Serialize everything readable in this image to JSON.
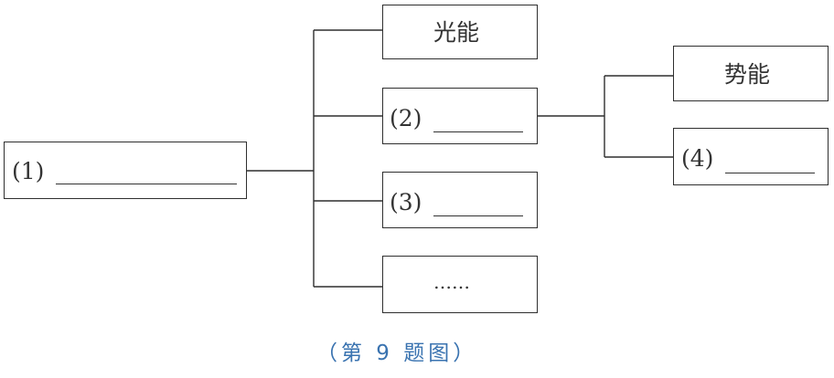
{
  "diagram": {
    "root_label": "(1)",
    "branch_1_label": "光能",
    "branch_2_label": "(2)",
    "branch_3_label": "(3)",
    "branch_4_label": "……",
    "sub_1_label": "势能",
    "sub_2_label": "(4)"
  },
  "caption": "（第 9 题图）",
  "colors": {
    "line": "#2f2f2f",
    "caption": "#3a73b0"
  }
}
